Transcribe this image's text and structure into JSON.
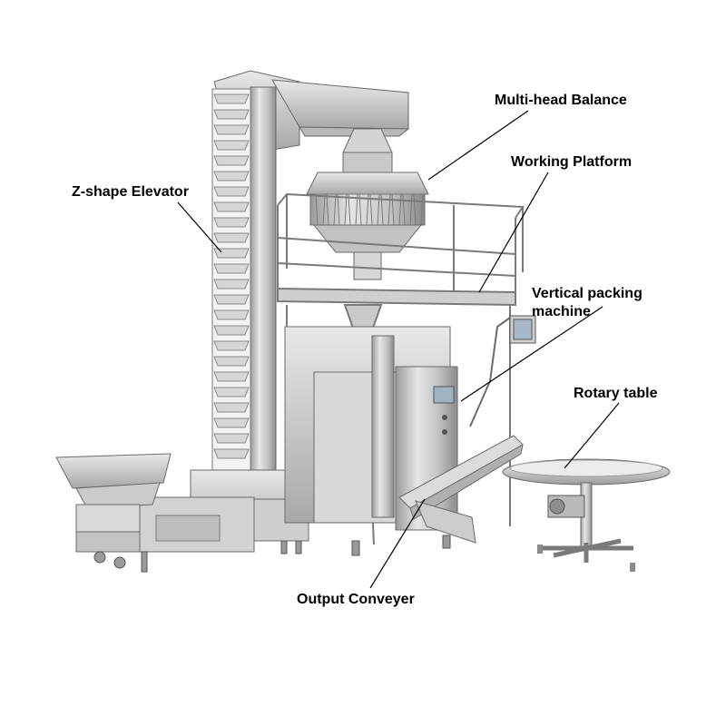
{
  "labels": {
    "z_shape_elevator": "Z-shape Elevator",
    "multi_head_balance": "Multi-head Balance",
    "working_platform": "Working Platform",
    "vertical_packing_line1": "Vertical packing",
    "vertical_packing_line2": "machine",
    "rotary_table": "Rotary table",
    "output_conveyer": "Output Conveyer"
  },
  "colors": {
    "steel_light": "#e4e4e4",
    "steel_mid": "#c4c4c4",
    "steel_dark": "#8e8e8e",
    "outline": "#6a6a6a",
    "leader_line": "#000000"
  }
}
